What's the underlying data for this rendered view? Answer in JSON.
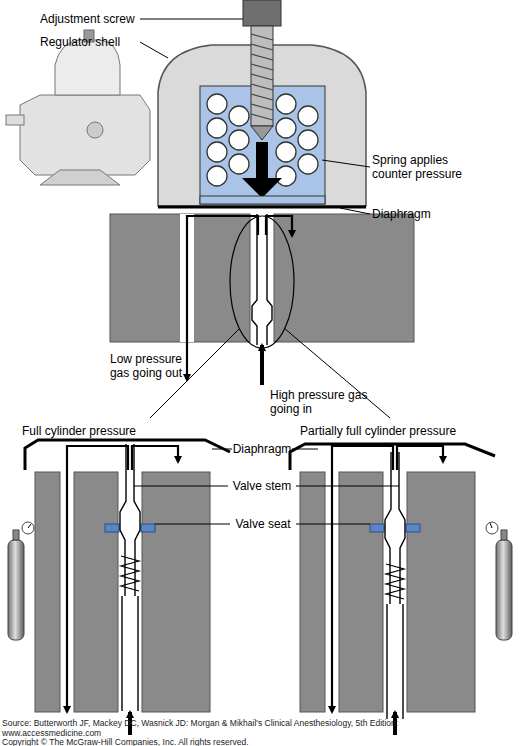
{
  "diagram": {
    "labels": [
      "Adjustment screw",
      "Regulator shell",
      "Spring applies counter pressure",
      "Diaphragm",
      "Low pressure gas going out",
      "High pressure gas going in",
      "Full cylinder pressure",
      "Partially full cylinder pressure",
      "Diaphragm",
      "Valve stem",
      "Valve seat",
      "Source: Butterworth JF, Mackey DC, Wasnick JD: Morgan & Mikhail's Clinical Anesthesiology, 5th Edition: www.accessmedicine.com",
      "Copyright © The McGraw-Hill Companies, Inc. All rights reserved."
    ]
  }
}
